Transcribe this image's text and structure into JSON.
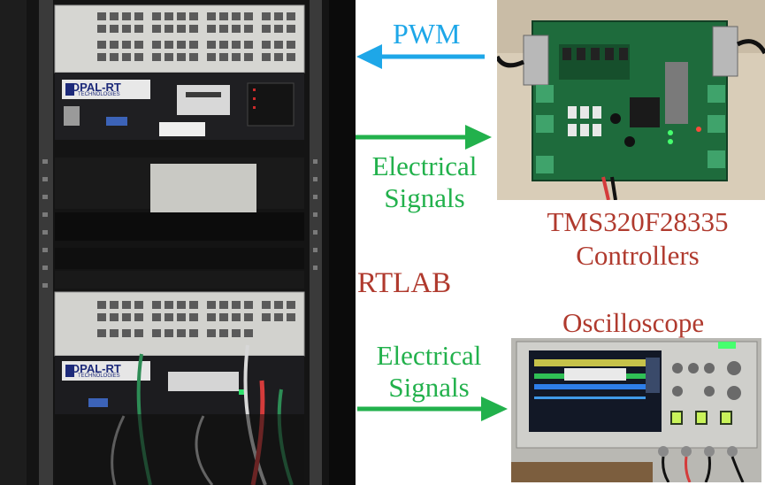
{
  "labels": {
    "pwm": "PWM",
    "signals_top_line1": "Electrical",
    "signals_top_line2": "Signals",
    "controller_line1": "TMS320F28335",
    "controller_line2": "Controllers",
    "rtlab": "RTLAB",
    "oscilloscope": "Oscilloscope",
    "signals_bottom_line1": "Electrical",
    "signals_bottom_line2": "Signals"
  },
  "equipment_text": {
    "top_unit_brand": "OPAL-RT",
    "top_unit_sub": "TECHNOLOGIES",
    "bottom_unit_brand": "OPAL-RT",
    "bottom_unit_sub": "TECHNOLOGIES"
  },
  "colors": {
    "arrow_green": "#22b14c",
    "arrow_blue": "#1ea7e8",
    "label_red": "#b03a2e"
  }
}
